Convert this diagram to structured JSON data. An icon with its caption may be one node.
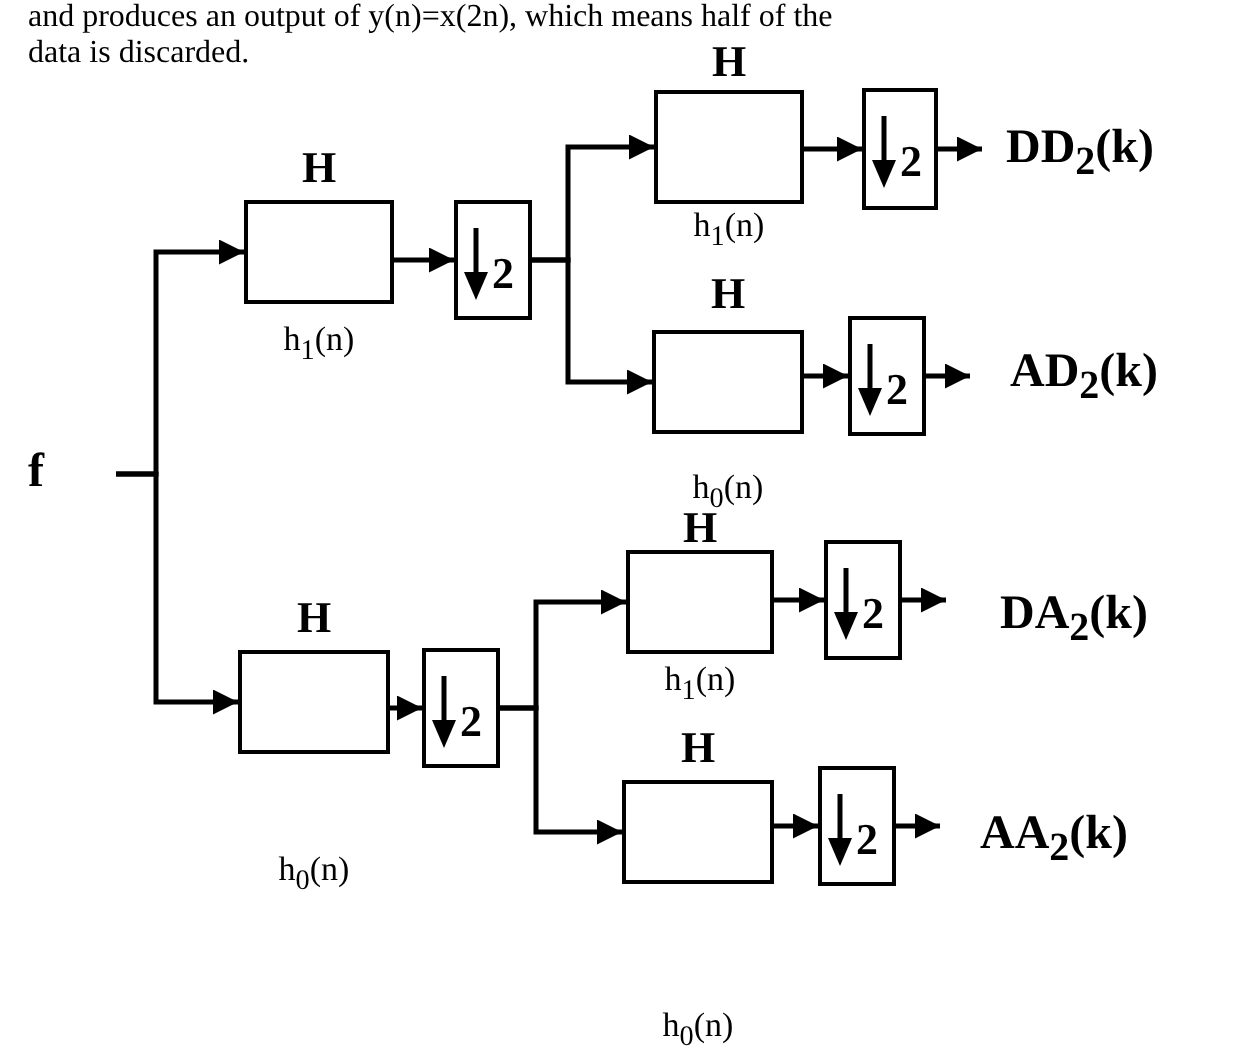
{
  "diagram": {
    "nodes": [
      {
        "text": [
          "f"
        ]
      },
      {
        "text": [
          "H",
          "h$_{1}$(n)"
        ]
      },
      {
        "text": [
          "2"
        ]
      },
      {
        "text": [
          "H",
          "h$_{1}$(n)"
        ]
      },
      {
        "text": [
          "2"
        ]
      },
      {
        "text": [
          "DD$_{2}$(k)"
        ]
      },
      {
        "text": [
          "H",
          "h$_{0}$(n)"
        ]
      },
      {
        "text": [
          "2"
        ]
      },
      {
        "text": [
          "AD$_{2}$(k)"
        ]
      },
      {
        "text": [
          "H",
          "h$_{0}$(n)"
        ]
      },
      {
        "text": [
          "2"
        ]
      },
      {
        "text": [
          "H",
          "h$_{1}$(n)"
        ]
      },
      {
        "text": [
          "2"
        ]
      },
      {
        "text": [
          "DA$_{2}$(k)"
        ]
      },
      {
        "text": [
          "H",
          "h$_{0}$(n)"
        ]
      },
      {
        "text": [
          "2"
        ]
      },
      {
        "text": [
          "AA$_{2}$(k)"
        ]
      }
    ],
    "edges": [
      {
        "from": 0,
        "to": 1,
        "arrow": "to"
      },
      {
        "from": 0,
        "to": 9,
        "arrow": "to"
      },
      {
        "from": 1,
        "to": 2,
        "arrow": "to"
      },
      {
        "from": 2,
        "to": 3,
        "arrow": "to"
      },
      {
        "from": 2,
        "to": 6,
        "arrow": "to"
      },
      {
        "from": 3,
        "to": 4,
        "arrow": "to"
      },
      {
        "from": 4,
        "to": 5,
        "arrow": "to"
      },
      {
        "from": 6,
        "to": 7,
        "arrow": "to"
      },
      {
        "from": 7,
        "to": 8,
        "arrow": "to"
      },
      {
        "from": 9,
        "to": 10,
        "arrow": "to"
      },
      {
        "from": 10,
        "to": 11,
        "arrow": "to"
      },
      {
        "from": 10,
        "to": 14,
        "arrow": "to"
      },
      {
        "from": 11,
        "to": 12,
        "arrow": "to"
      },
      {
        "from": 12,
        "to": 13,
        "arrow": "to"
      },
      {
        "from": 14,
        "to": 15,
        "arrow": "to"
      },
      {
        "from": 15,
        "to": 16,
        "arrow": "to"
      }
    ],
    "labels": [
      "and produces an output of y(n)=x(2n), which means half of the data is discarded."
    ]
  }
}
